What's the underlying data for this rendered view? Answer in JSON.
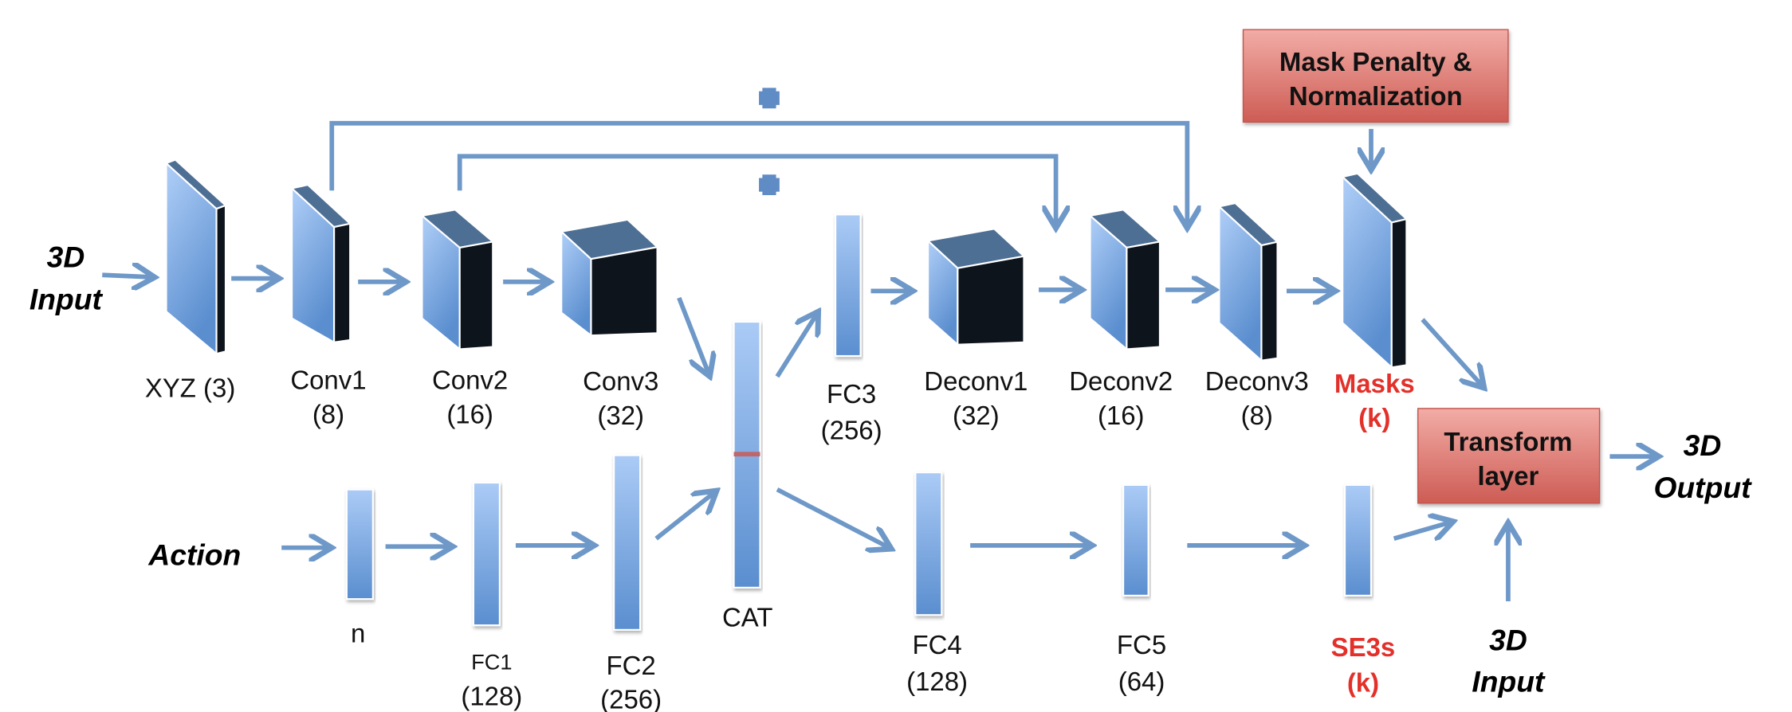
{
  "inputs": {
    "top_input": [
      "3D",
      "Input"
    ],
    "action": "Action",
    "bottom_input": [
      "3D",
      "Input"
    ],
    "output": [
      "3D",
      "Output"
    ]
  },
  "encoder": [
    {
      "name": "XYZ (3)",
      "size": ""
    },
    {
      "name": "Conv1",
      "size": "(8)"
    },
    {
      "name": "Conv2",
      "size": "(16)"
    },
    {
      "name": "Conv3",
      "size": "(32)"
    }
  ],
  "decoder": [
    {
      "name": "FC3",
      "size": "(256)"
    },
    {
      "name": "Deconv1",
      "size": "(32)"
    },
    {
      "name": "Deconv2",
      "size": "(16)"
    },
    {
      "name": "Deconv3",
      "size": "(8)"
    },
    {
      "name": "Masks",
      "size": "(k)"
    }
  ],
  "action_branch": [
    {
      "name": "n",
      "size": ""
    },
    {
      "name": "FC1",
      "size": "(128)"
    },
    {
      "name": "FC2",
      "size": "(256)"
    }
  ],
  "concat": "CAT",
  "pose_branch": [
    {
      "name": "FC4",
      "size": "(128)"
    },
    {
      "name": "FC5",
      "size": "(64)"
    },
    {
      "name": "SE3s",
      "size": "(k)"
    }
  ],
  "boxes": {
    "mask_penalty": [
      "Mask Penalty &",
      "Normalization"
    ],
    "transform": [
      "Transform",
      "layer"
    ]
  },
  "skip_symbol": "+",
  "colors": {
    "arrow": "#6e98c8",
    "highlight_text": "#e3302a",
    "box_top": "#f2aca6",
    "box_bottom": "#cd5c54",
    "layer_light": "#abcbf6",
    "layer_dark": "#5a8ecf"
  }
}
